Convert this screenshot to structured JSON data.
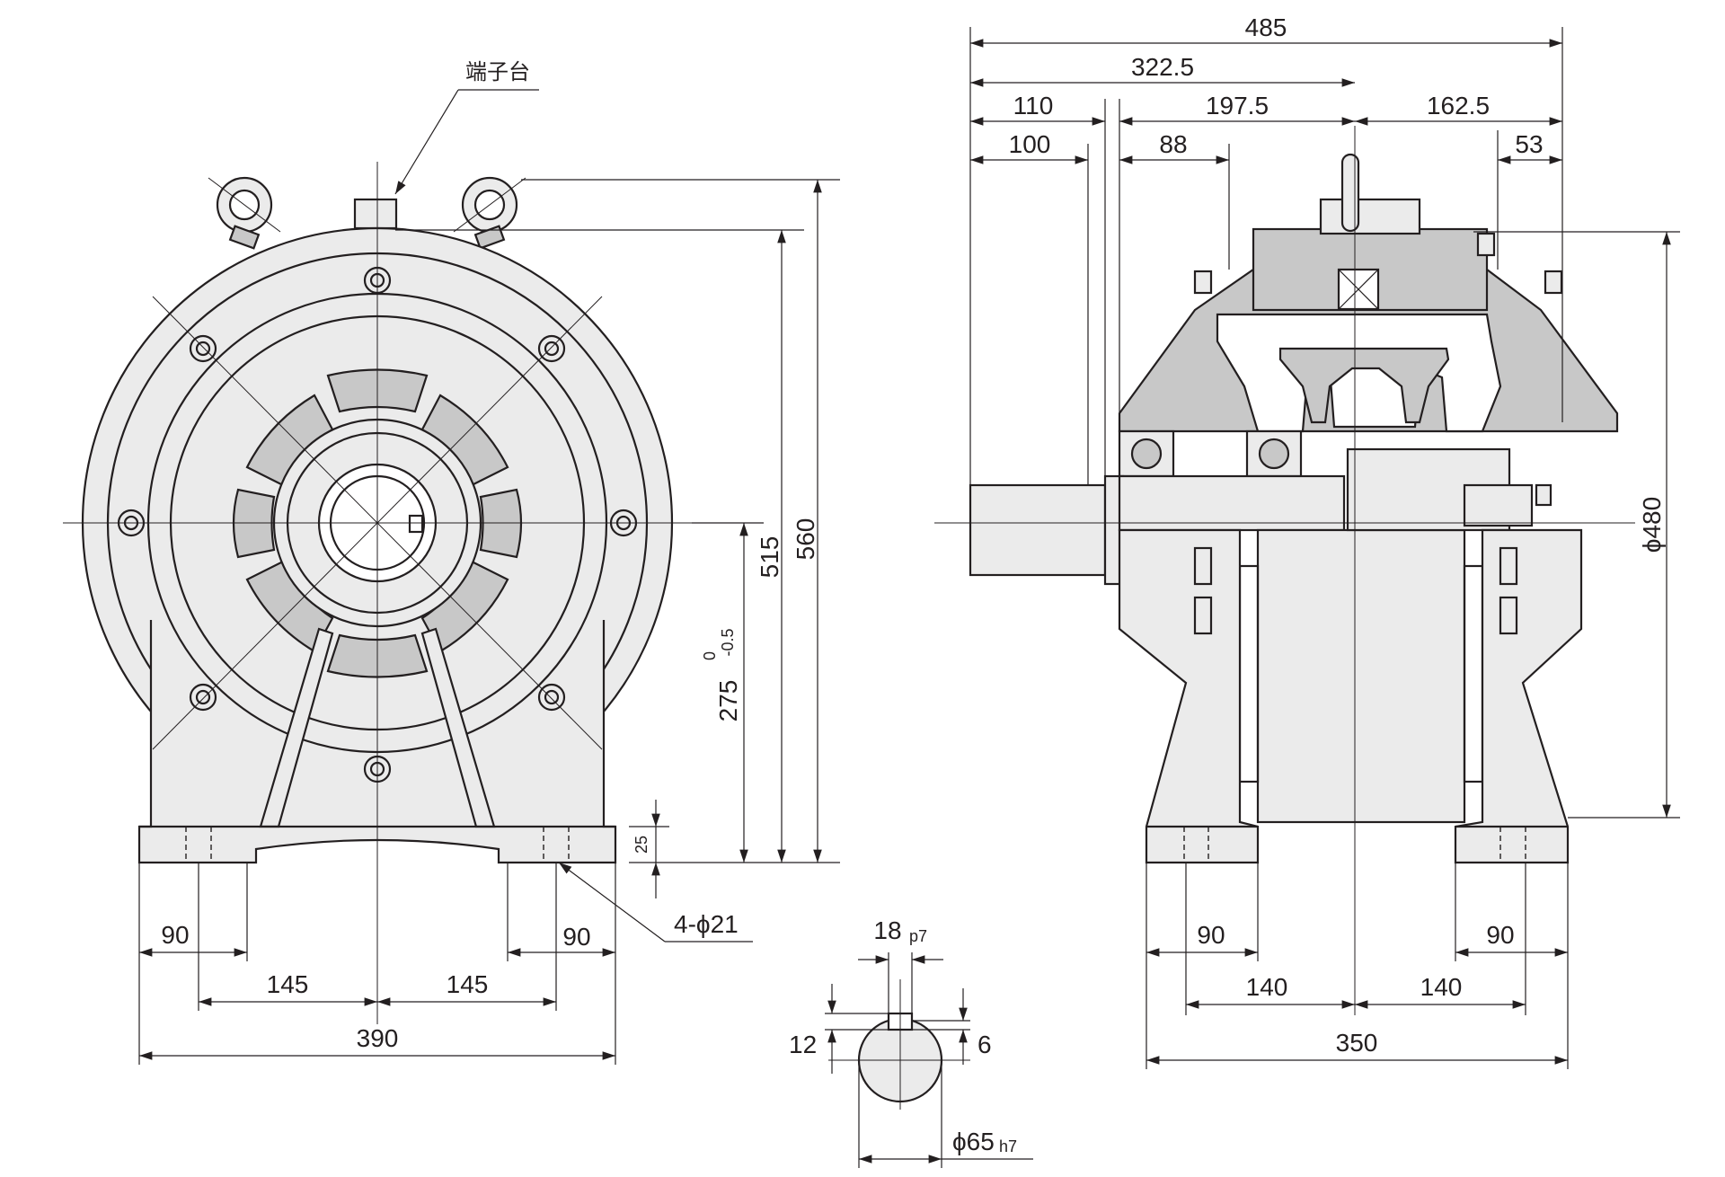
{
  "front_view": {
    "terminal_box_label": "端子台",
    "dims": {
      "overall_height": "560",
      "top_to_base": "515",
      "shaft_center_height": "275",
      "shaft_tol_upper": "0",
      "shaft_tol_lower": "-0.5",
      "base_thickness": "25",
      "mount_holes": "4-ϕ21",
      "left_foot": "90",
      "right_foot": "90",
      "left_half": "145",
      "right_half": "145",
      "overall_width": "390"
    }
  },
  "shaft_section": {
    "key_width": "18",
    "key_width_tol": "p7",
    "key_depth": "12",
    "keyway_depth": "6",
    "shaft_dia": "ϕ65",
    "shaft_dia_tol": "h7"
  },
  "side_view": {
    "dims": {
      "overall_length": "485",
      "to_center": "322.5",
      "shaft_ext_a": "110",
      "body_to_center": "197.5",
      "center_to_back": "162.5",
      "shaft_ext_b": "100",
      "flange_offset": "88",
      "back_offset": "53",
      "body_dia": "ϕ480",
      "left_foot": "90",
      "right_foot": "90",
      "left_half": "140",
      "right_half": "140",
      "overall_width": "350"
    }
  }
}
